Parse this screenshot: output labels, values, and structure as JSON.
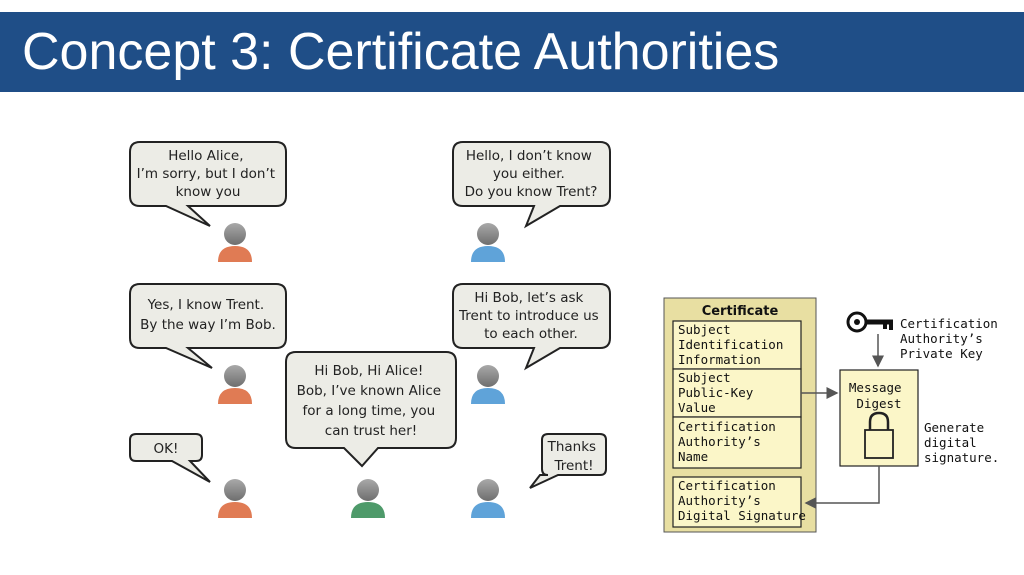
{
  "title": "Concept 3: Certificate Authorities",
  "colors": {
    "title_bar": "#1f4e87",
    "alice": "#e07b54",
    "bob": "#5fa3d9",
    "trent": "#4e9a6a",
    "bubble_fill": "#ecece6",
    "cert_fill": "#fbf6c8",
    "cert_frame": "#e8dfa2"
  },
  "bubbles": {
    "b1": [
      "Hello Alice,",
      "I’m sorry, but I don’t",
      "know you"
    ],
    "b2": [
      "Hello, I don’t know",
      "you either.",
      "Do you know Trent?"
    ],
    "b3": [
      "Yes, I know Trent.",
      "By the way I’m Bob."
    ],
    "b4": [
      "Hi Bob, let’s ask",
      "Trent to introduce us",
      "to each other."
    ],
    "b5": [
      "Hi Bob, Hi Alice!",
      "Bob, I’ve known Alice",
      "for a long time, you",
      "can trust her!"
    ],
    "b6": [
      "OK!"
    ],
    "b7": [
      "Thanks",
      "Trent!"
    ]
  },
  "certificate": {
    "title": "Certificate",
    "field1": [
      "Subject",
      "Identification",
      "Information"
    ],
    "field2": [
      "Subject",
      "Public-Key",
      "Value"
    ],
    "field3": [
      "Certification",
      "Authority’s",
      "Name"
    ],
    "signature": [
      "Certification",
      "Authority’s",
      "Digital Signature"
    ],
    "private_key": [
      "Certification",
      "Authority’s",
      "Private Key"
    ],
    "digest": [
      "Message",
      "Digest"
    ],
    "generate": [
      "Generate",
      "digital",
      "signature."
    ]
  }
}
